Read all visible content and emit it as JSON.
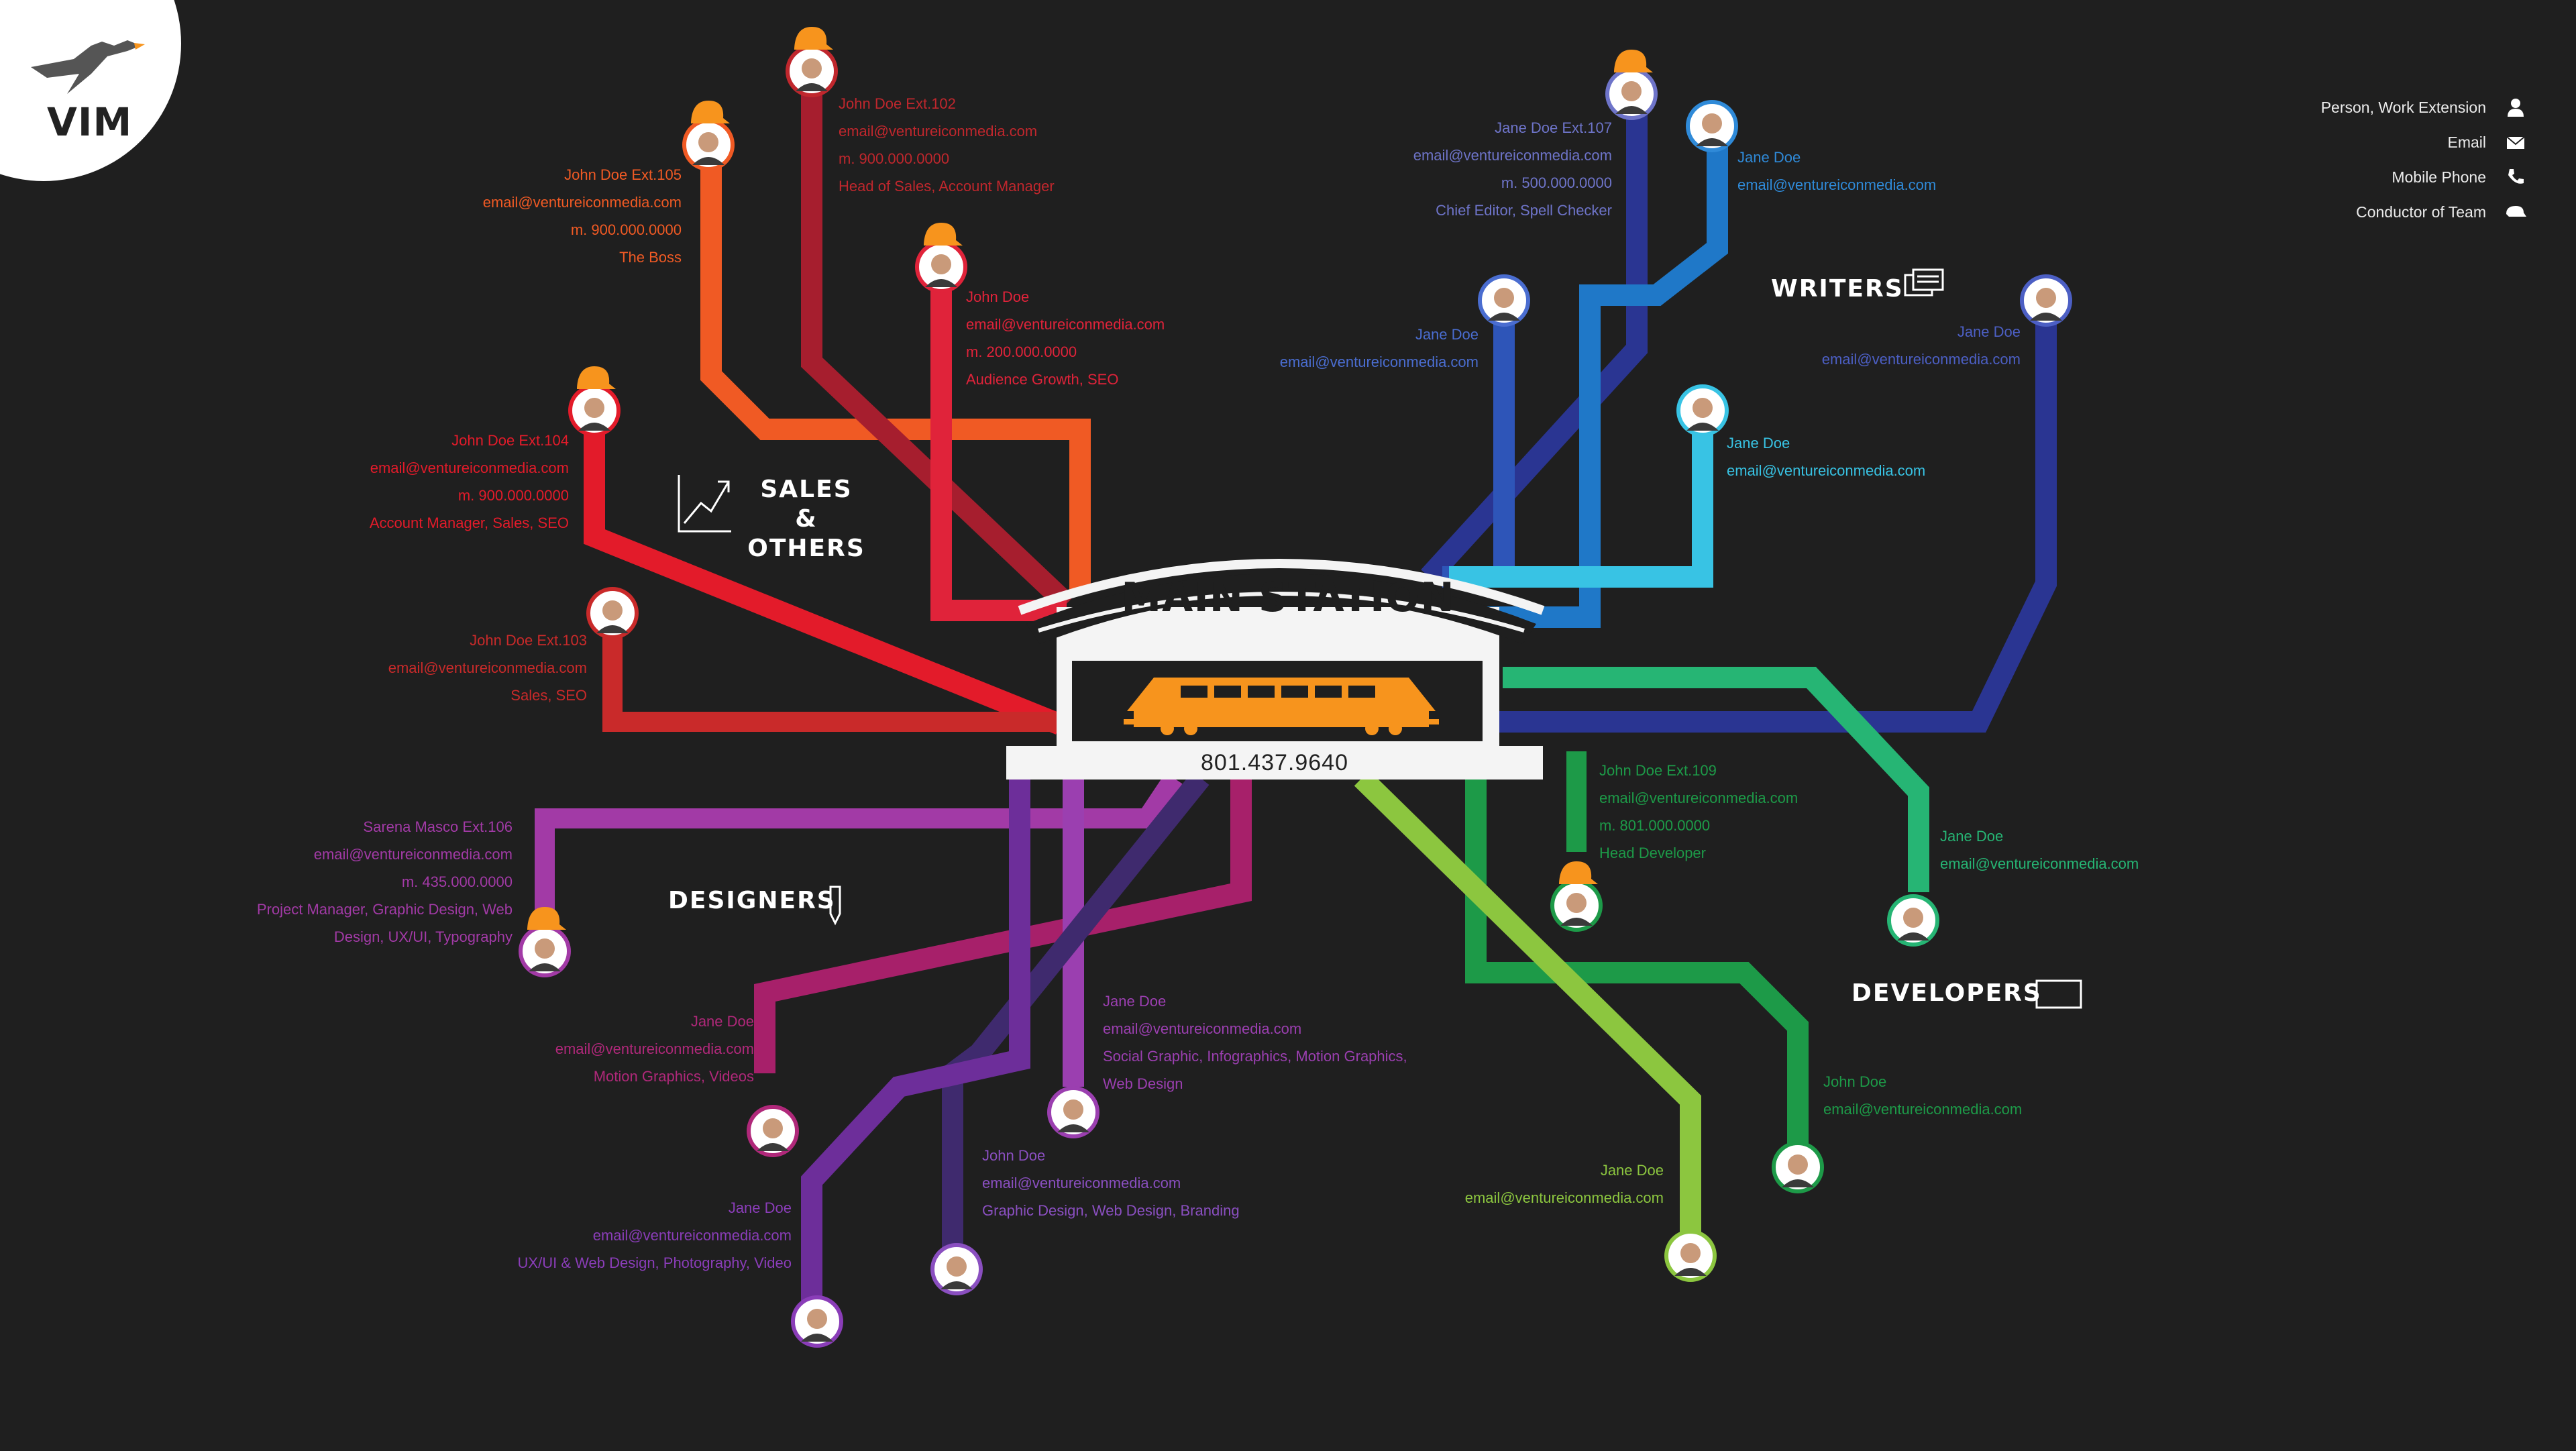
{
  "brand": {
    "logo_text": "VIM"
  },
  "legend": [
    {
      "label": "Person, Work Extension",
      "icon": "person-icon"
    },
    {
      "label": "Email",
      "icon": "email-icon"
    },
    {
      "label": "Mobile Phone",
      "icon": "phone-icon"
    },
    {
      "label": "Conductor of Team",
      "icon": "conductor-hat-icon"
    }
  ],
  "main_station": {
    "title": "MAIN STATION",
    "phone": "801.437.9640"
  },
  "teams": {
    "sales": "SALES & OTHERS",
    "writers": "WRITERS",
    "designers": "DESIGNERS",
    "developers": "DEVELOPERS"
  },
  "colors": {
    "background": "#1f1f1f",
    "sales_red": "#e31b2a",
    "sales_darkred": "#a61e2e",
    "sales_orange": "#f05a24",
    "writers_blue": "#1f78c8",
    "writers_navy": "#2a3592",
    "writers_cyan": "#38c3e4",
    "dev_green": "#1d9a48",
    "dev_lime": "#8cc63f",
    "dev_teal": "#26b574",
    "design_purple": "#7b2c9a",
    "design_magenta": "#a7206a",
    "design_violet": "#5e2f8c",
    "train": "#f7941d"
  },
  "people": [
    {
      "id": "p105",
      "lines": [
        "John Doe Ext.105",
        "email@ventureiconmedia.com",
        "m. 900.000.0000",
        "The Boss"
      ],
      "color": "#f05a24",
      "conductor": true
    },
    {
      "id": "p102",
      "lines": [
        "John Doe Ext.102",
        "email@ventureiconmedia.com",
        "m. 900.000.0000",
        "Head of Sales, Account Manager"
      ],
      "color": "#c0272d",
      "conductor": true
    },
    {
      "id": "pAG",
      "lines": [
        "John Doe",
        "email@ventureiconmedia.com",
        "m. 200.000.0000",
        "Audience Growth, SEO"
      ],
      "color": "#e0233a",
      "conductor": true
    },
    {
      "id": "p104",
      "lines": [
        "John Doe Ext.104",
        "email@ventureiconmedia.com",
        "m. 900.000.0000",
        "Account Manager, Sales, SEO"
      ],
      "color": "#e31b2a",
      "conductor": true
    },
    {
      "id": "p103",
      "lines": [
        "John Doe Ext.103",
        "email@ventureiconmedia.com",
        "Sales, SEO"
      ],
      "color": "#c92a2a",
      "conductor": false
    },
    {
      "id": "p107",
      "lines": [
        "Jane Doe Ext.107",
        "email@ventureiconmedia.com",
        "m. 500.000.0000",
        "Chief Editor, Spell Checker"
      ],
      "color": "#6e74c9",
      "conductor": true
    },
    {
      "id": "pW1",
      "lines": [
        "Jane Doe",
        "email@ventureiconmedia.com"
      ],
      "color": "#2f8ad8",
      "conductor": false
    },
    {
      "id": "pW2",
      "lines": [
        "Jane Doe",
        "email@ventureiconmedia.com"
      ],
      "color": "#4a6dd0",
      "conductor": false
    },
    {
      "id": "pW3",
      "lines": [
        "Jane Doe",
        "email@ventureiconmedia.com"
      ],
      "color": "#4c5fc4",
      "conductor": false
    },
    {
      "id": "pW4",
      "lines": [
        "Jane Doe",
        "email@ventureiconmedia.com"
      ],
      "color": "#38c3e4",
      "conductor": false
    },
    {
      "id": "p109",
      "lines": [
        "John Doe Ext.109",
        "email@ventureiconmedia.com",
        "m. 801.000.0000",
        "Head Developer"
      ],
      "color": "#1d9a48",
      "conductor": true
    },
    {
      "id": "pD1",
      "lines": [
        "Jane Doe",
        "email@ventureiconmedia.com"
      ],
      "color": "#26b574",
      "conductor": false
    },
    {
      "id": "pD2",
      "lines": [
        "John Doe",
        "email@ventureiconmedia.com"
      ],
      "color": "#1d9a48",
      "conductor": false
    },
    {
      "id": "pD3",
      "lines": [
        "Jane Doe",
        "email@ventureiconmedia.com"
      ],
      "color": "#8cc63f",
      "conductor": false
    },
    {
      "id": "p106",
      "lines": [
        "Sarena Masco Ext.106",
        "email@ventureiconmedia.com",
        "m. 435.000.0000",
        "Project Manager, Graphic Design, Web",
        "Design, UX/UI, Typography"
      ],
      "color": "#a23aa6",
      "conductor": true
    },
    {
      "id": "pG1",
      "lines": [
        "Jane Doe",
        "email@ventureiconmedia.com",
        "Motion Graphics, Videos"
      ],
      "color": "#b0287a",
      "conductor": false
    },
    {
      "id": "pG2",
      "lines": [
        "Jane Doe",
        "email@ventureiconmedia.com",
        "Social Graphic, Infographics, Motion Graphics,",
        "Web Design"
      ],
      "color": "#9b3fb0",
      "conductor": false
    },
    {
      "id": "pG3",
      "lines": [
        "John Doe",
        "email@ventureiconmedia.com",
        "Graphic Design, Web Design, Branding"
      ],
      "color": "#8a4fc0",
      "conductor": false
    },
    {
      "id": "pG4",
      "lines": [
        "Jane Doe",
        "email@ventureiconmedia.com",
        "UX/UI & Web Design, Photography, Video"
      ],
      "color": "#8a3db8",
      "conductor": false
    }
  ]
}
